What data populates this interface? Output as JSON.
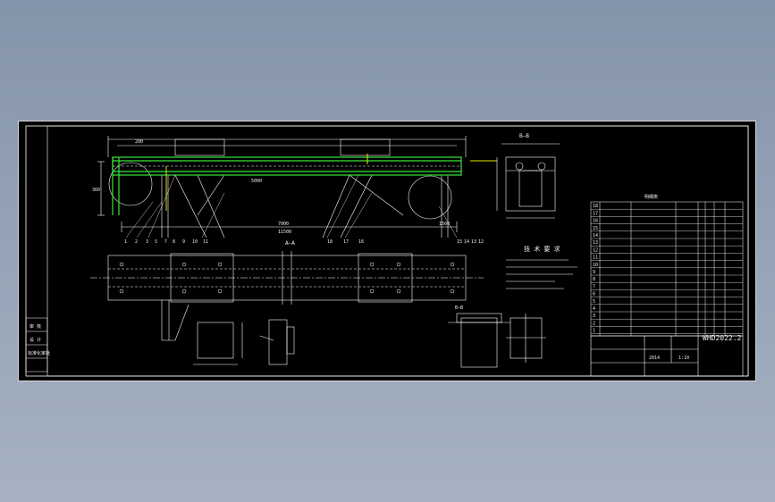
{
  "drawing": {
    "number": "WHD2022.2",
    "section_aa": "A—A",
    "section_bb": "B—B",
    "label_bb_top": "B—B",
    "tech_req_title": "技 术 要 求",
    "table_title": "明细表",
    "block_scale": "1:10",
    "block_small": "2014",
    "left_title_1": "审 核",
    "left_title_2": "设 计",
    "left_title_3": "标准化审批",
    "dim_total": "11500",
    "dim_mid": "7000",
    "dim_right": "1500",
    "dim_small": "200",
    "dim_left_height": "360",
    "dim_span": "5000",
    "balloon_nums": [
      "1",
      "2",
      "3",
      "5",
      "7",
      "8",
      "9",
      "10",
      "11",
      "18",
      "17",
      "16",
      "15",
      "14",
      "13",
      "12"
    ],
    "balloon_right": [
      "15",
      "16",
      "17",
      "18"
    ],
    "part_rows": [
      "18",
      "17",
      "16",
      "15",
      "14",
      "13",
      "12",
      "11",
      "10",
      "9",
      "8",
      "7",
      "6",
      "5",
      "4",
      "3",
      "2",
      "1"
    ]
  },
  "colors": {
    "background": "#8c9bb0",
    "canvas": "#000000",
    "lines": "#ffffff",
    "highlight": "#39e639",
    "accent": "#e6e600"
  }
}
